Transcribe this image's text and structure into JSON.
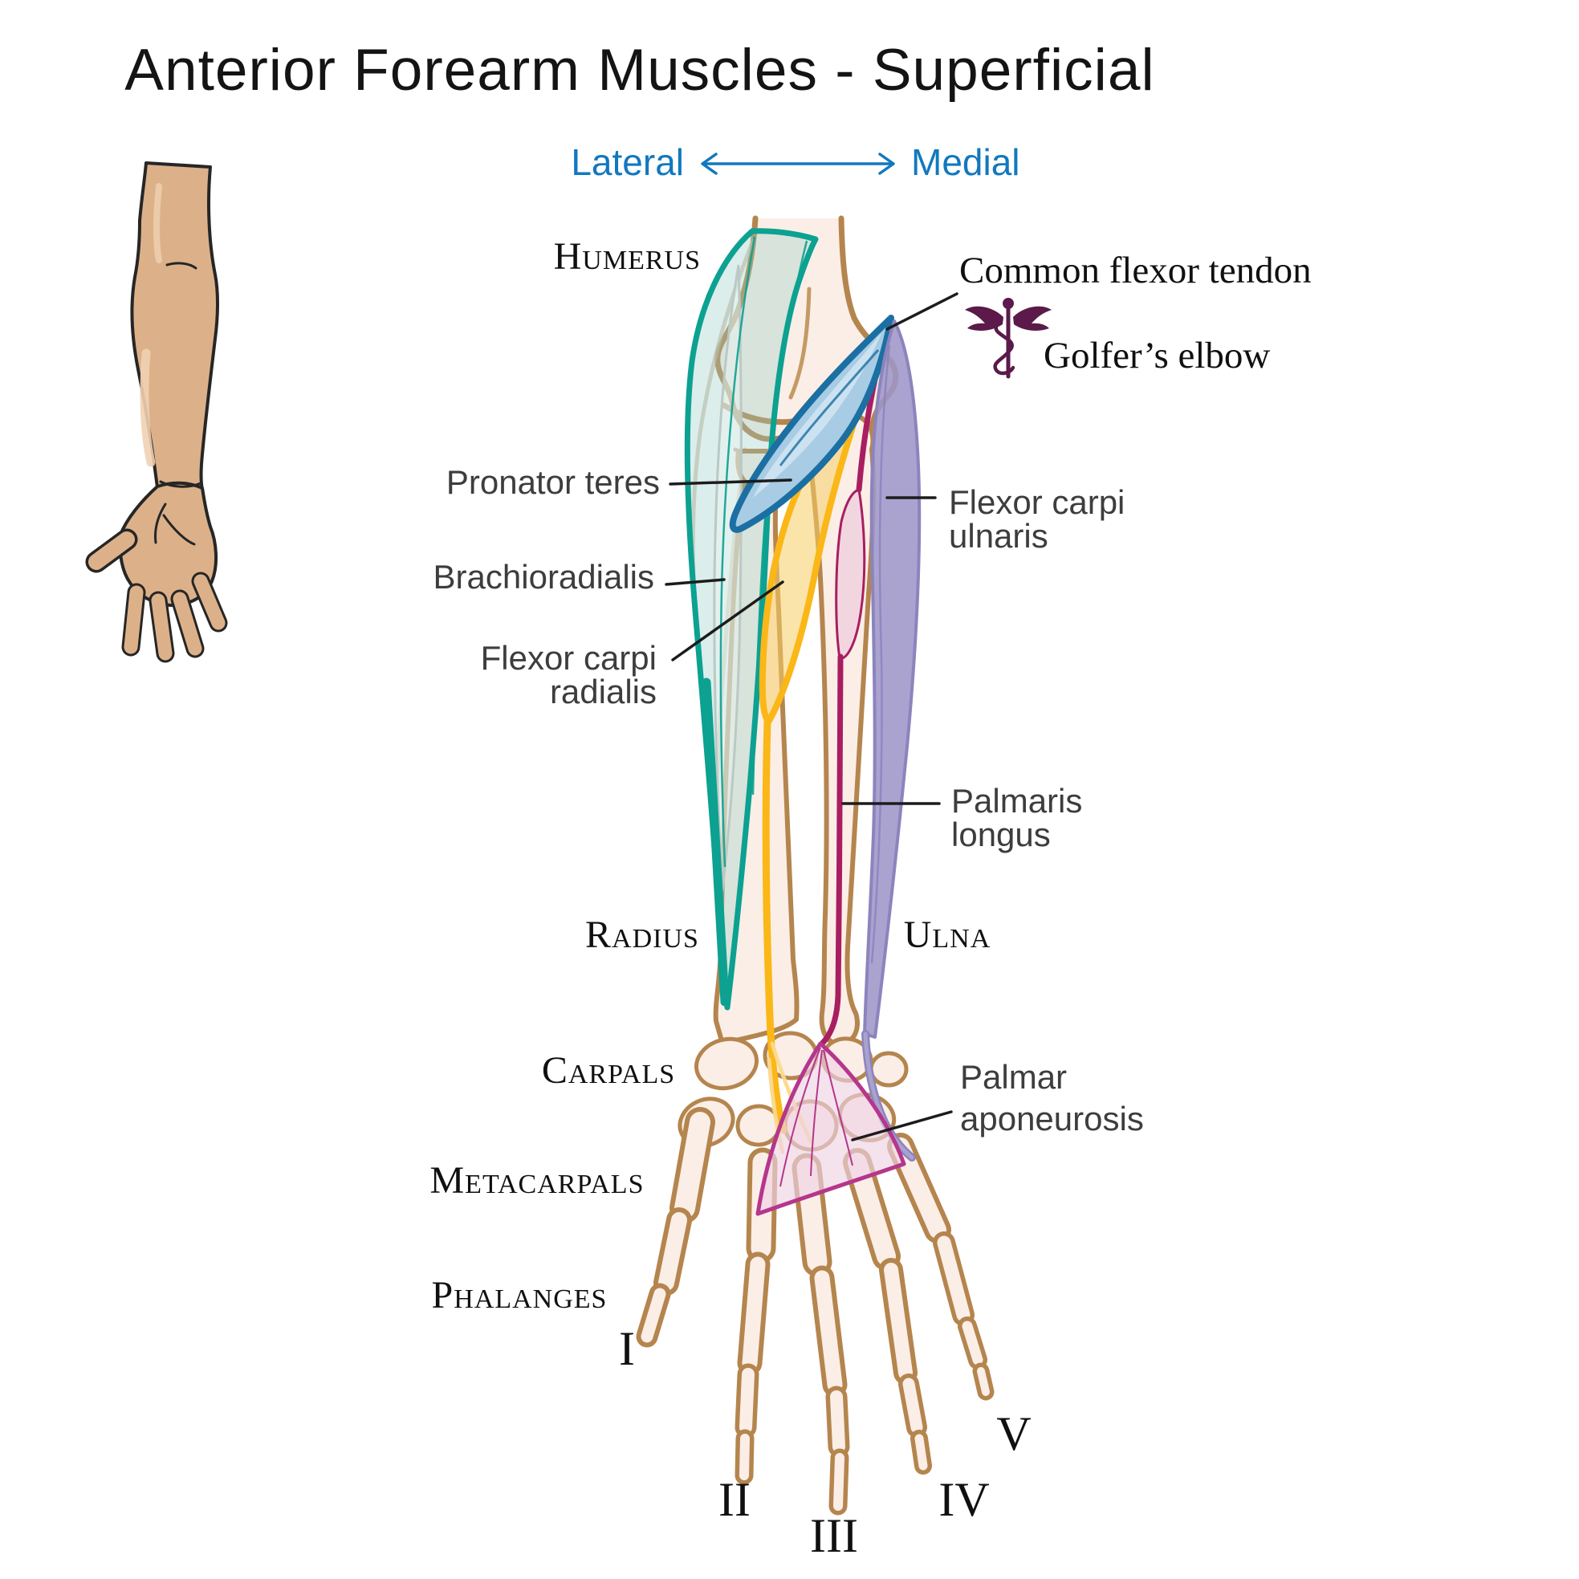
{
  "title": "Anterior Forearm Muscles - Superficial",
  "orientation": {
    "left_label": "Lateral",
    "right_label": "Medial",
    "arrow_icon": "double-headed-arrow-icon"
  },
  "annotations": {
    "common_flexor_tendon": "Common flexor tendon",
    "golfers_elbow": "Golfer’s elbow",
    "caduceus_icon": "caduceus-icon"
  },
  "muscles": {
    "pronator_teres": "Pronator teres",
    "brachioradialis": "Brachioradialis",
    "flexor_carpi_radialis": {
      "line1": "Flexor carpi",
      "line2": "radialis"
    },
    "flexor_carpi_ulnaris": {
      "line1": "Flexor carpi",
      "line2": "ulnaris"
    },
    "palmaris_longus": {
      "line1": "Palmaris",
      "line2": "longus"
    },
    "palmar_aponeurosis": {
      "line1": "Palmar",
      "line2": "aponeurosis"
    }
  },
  "bones": {
    "humerus": "Humerus",
    "radius": "Radius",
    "ulna": "Ulna",
    "carpals": "Carpals",
    "metacarpals": "Metacarpals",
    "phalanges": "Phalanges"
  },
  "digits": [
    "I",
    "II",
    "III",
    "IV",
    "V"
  ],
  "colors": {
    "brachioradialis": "#0CA191",
    "pronator_teres": "#1B6FA3",
    "flexor_carpi_radialis": "#FBB717",
    "palmaris_longus": "#A81E61",
    "flexor_carpi_ulnaris": "#8C84BD",
    "palmar_aponeurosis": "#B5368C",
    "direction_text": "#1278BE",
    "caduceus": "#5B1A4A",
    "bone_outline": "#B5854E",
    "bone_fill": "#FBEEE7",
    "skin": "#DCB189"
  }
}
